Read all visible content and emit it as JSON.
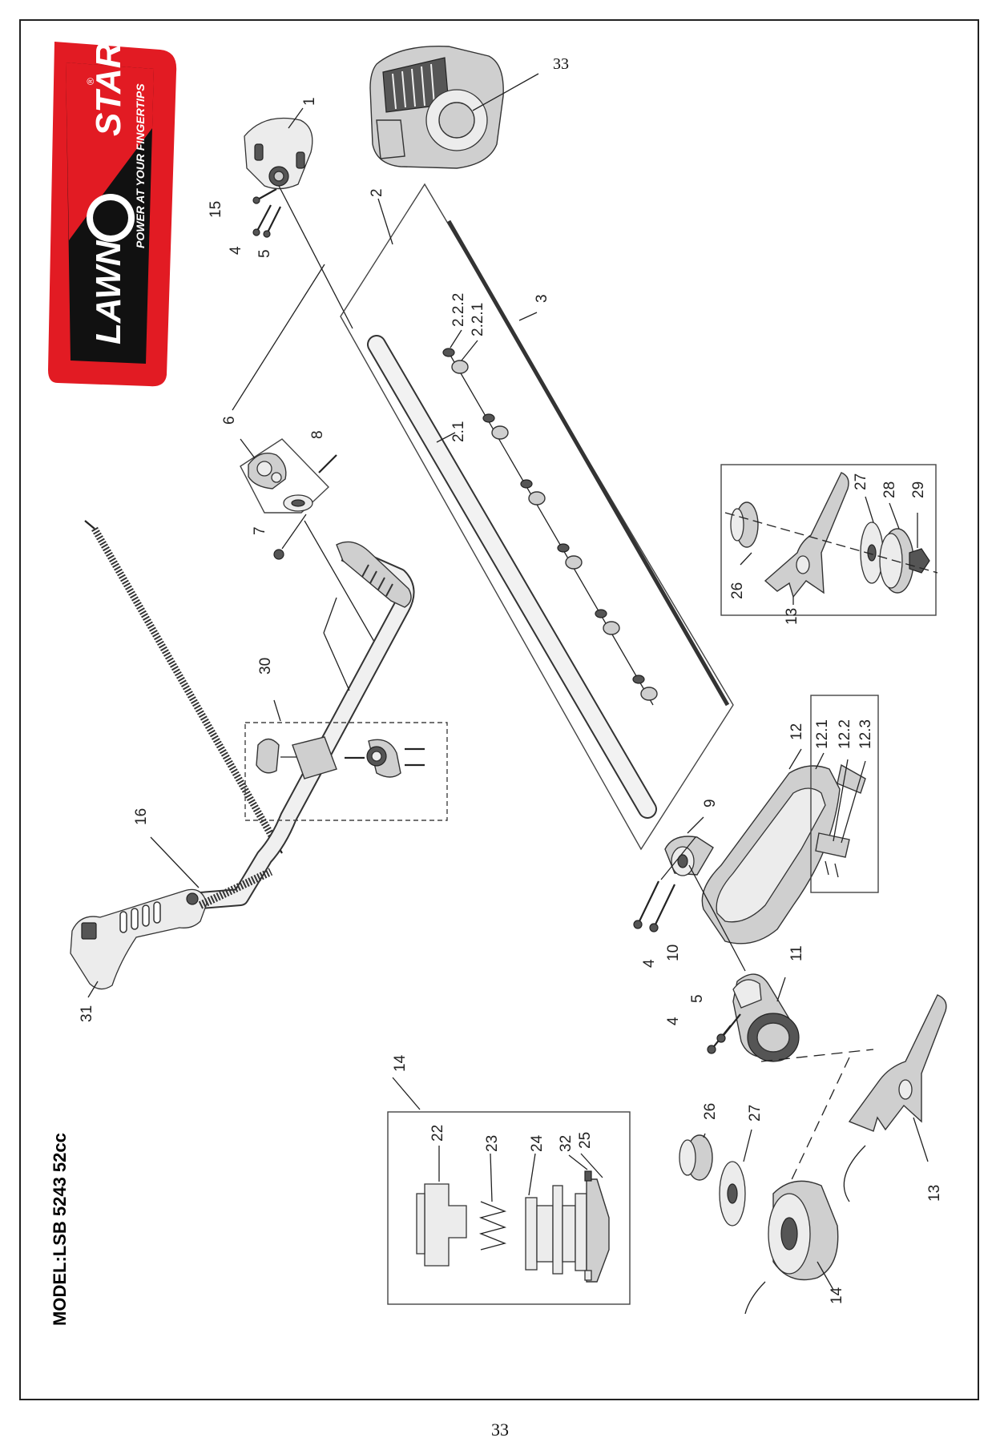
{
  "brand": {
    "name_part1": "LAWN",
    "name_part2": "STAR",
    "tagline": "POWER AT YOUR FINGERTIPS",
    "registered_mark": "®",
    "colors": {
      "red": "#e21b23",
      "black": "#111111",
      "white": "#ffffff"
    }
  },
  "model_label": "MODEL:LSB 5243 52cc",
  "page_number": "33",
  "part_labels": {
    "p1": "1",
    "p2": "2",
    "p2_1": "2.1",
    "p2_2_1": "2.2.1",
    "p2_2_2": "2.2.2",
    "p3": "3",
    "p4a": "4",
    "p4b": "4",
    "p4c": "4",
    "p5a": "5",
    "p5b": "5",
    "p6": "6",
    "p7": "7",
    "p8": "8",
    "p9": "9",
    "p10": "10",
    "p11": "11",
    "p12": "12",
    "p12_1": "12.1",
    "p12_2": "12.2",
    "p12_3": "12.3",
    "p13a": "13",
    "p13b": "13",
    "p14a": "14",
    "p14b": "14",
    "p15": "15",
    "p16": "16",
    "p22": "22",
    "p23": "23",
    "p24": "24",
    "p25": "25",
    "p26a": "26",
    "p26b": "26",
    "p27a": "27",
    "p27b": "27",
    "p28": "28",
    "p29": "29",
    "p30": "30",
    "p31": "31",
    "p32": "32",
    "p33": "33"
  }
}
